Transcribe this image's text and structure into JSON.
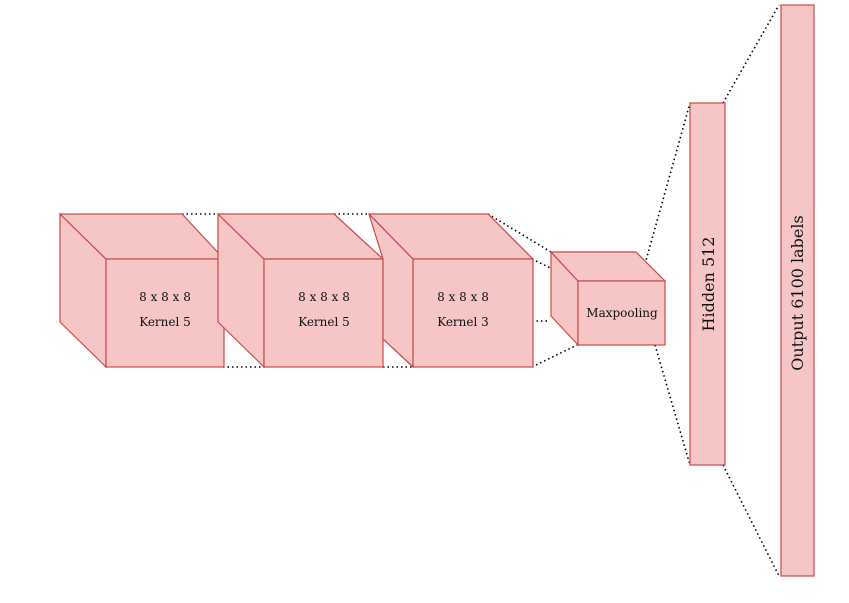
{
  "colors": {
    "fill": "#f6c6c6",
    "stroke": "#c44b4b",
    "connector": "#000000"
  },
  "conv_layers": [
    {
      "line1": "8 x 8 x 8",
      "line2": "Kernel 5"
    },
    {
      "line1": "8 x 8 x 8",
      "line2": "Kernel 5"
    },
    {
      "line1": "8 x 8 x 8",
      "line2": "Kernel 3"
    }
  ],
  "pool": {
    "label": "Maxpooling"
  },
  "hidden": {
    "label": "Hidden 512"
  },
  "output": {
    "label": "Output 6100 labels"
  }
}
